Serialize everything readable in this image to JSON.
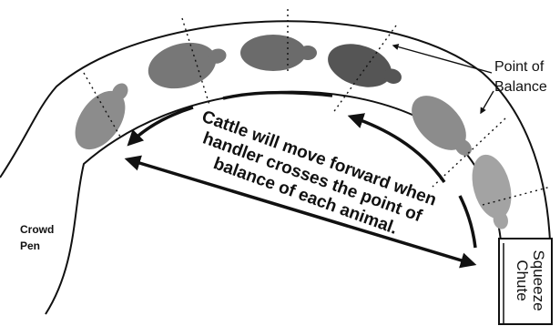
{
  "caption_lines": [
    "Cattle will move forward when",
    "handler crosses the point of",
    "balance of each animal."
  ],
  "point_of_balance_lines": [
    "Point of",
    "Balance"
  ],
  "crowd_pen_lines": [
    "Crowd",
    "Pen"
  ],
  "squeeze_chute_lines": [
    "Squeeze",
    "Chute"
  ],
  "colors": {
    "ink": "#111111",
    "cattle_dark": "#555555",
    "cattle_medium": "#777777",
    "cattle_light": "#8c8c8c",
    "cattle_lightest": "#a3a3a3"
  }
}
